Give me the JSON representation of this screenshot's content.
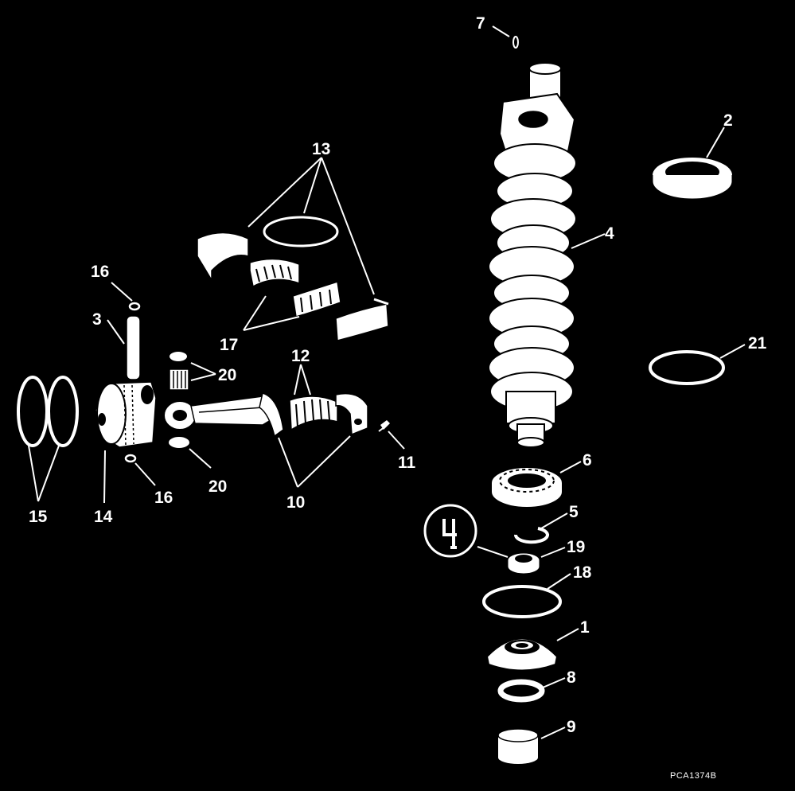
{
  "diagram": {
    "drawing_code": "PCA1374B",
    "inset_symbol": "4",
    "callouts": {
      "c1": "1",
      "c2": "2",
      "c3": "3",
      "c4": "4",
      "c5": "5",
      "c6": "6",
      "c7": "7",
      "c8": "8",
      "c9": "9",
      "c10": "10",
      "c11": "11",
      "c12": "12",
      "c13": "13",
      "c14": "14",
      "c15": "15",
      "c16a": "16",
      "c16b": "16",
      "c17": "17",
      "c18": "18",
      "c19": "19",
      "c20a": "20",
      "c20b": "20",
      "c21": "21"
    }
  }
}
